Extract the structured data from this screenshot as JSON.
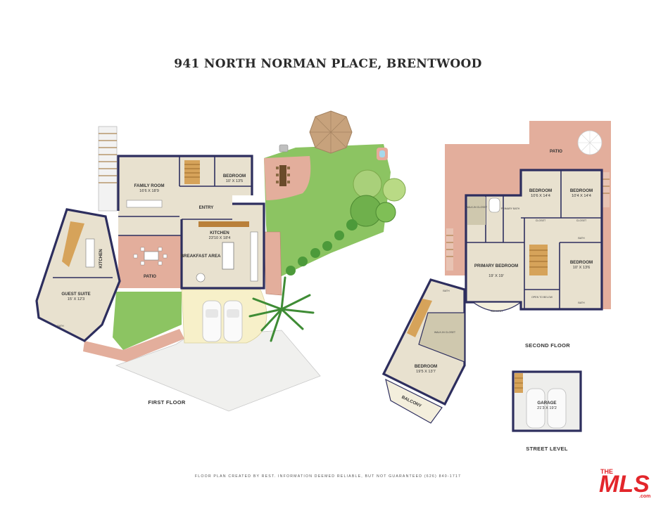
{
  "title": "941 NORTH NORMAN PLACE, BRENTWOOD",
  "levels": {
    "first": "FIRST FLOOR",
    "second": "SECOND FLOOR",
    "street": "STREET LEVEL"
  },
  "rooms": {
    "family_room": {
      "name": "FAMILY ROOM",
      "dim": "16'6 X 18'9"
    },
    "bedroom_first": {
      "name": "BEDROOM",
      "dim": "10' X 13'5"
    },
    "entry": {
      "name": "ENTRY"
    },
    "kitchen_main": {
      "name": "KITCHEN",
      "dim": "23'10 X 18'4"
    },
    "breakfast": {
      "name": "BREAKFAST AREA"
    },
    "patio_first": {
      "name": "PATIO"
    },
    "guest_kitchen": {
      "name": "KITCHEN"
    },
    "guest_suite": {
      "name": "GUEST SUITE",
      "dim": "15' X 12'3"
    },
    "patio_second": {
      "name": "PATIO"
    },
    "bedroom_a": {
      "name": "BEDROOM",
      "dim": "10'6 X 14'4"
    },
    "bedroom_b": {
      "name": "BEDROOM",
      "dim": "10'4 X 14'4"
    },
    "primary": {
      "name": "PRIMARY BEDROOM",
      "dim": "19' X 19'"
    },
    "bedroom_c": {
      "name": "BEDROOM",
      "dim": "10' X 13'6"
    },
    "bedroom_d": {
      "name": "BEDROOM",
      "dim": "19'5 X 13'7"
    },
    "balcony": {
      "name": "BALCONY"
    },
    "garage": {
      "name": "GARAGE",
      "dim": "21'3 X 19'2"
    }
  },
  "small_labels": {
    "walkin_closet_1": "WALK-IN CLOSET",
    "walkin_closet_2": "WALK-IN CLOSET",
    "primary_bath": "PRIMARY BATH",
    "closet_1": "CLOSET",
    "closet_2": "CLOSET",
    "bath_1": "BATH",
    "bath_2": "BATH",
    "balcony_small": "BALCONY",
    "open_to_below": "OPEN TO BELOW",
    "bath_3": "BATH",
    "bath_4": "BATH"
  },
  "footer": "FLOOR PLAN CREATED BY REST. INFORMATION DEEMED RELIABLE, BUT NOT GUARANTEED (626) 840-1717",
  "logo": {
    "the": "THE",
    "mls": "MLS",
    "com": ".com"
  },
  "colors": {
    "wall": "#2d2e5e",
    "floor": "#e8e1cf",
    "patio": "#e3ae9c",
    "grass": "#8cc462",
    "logo": "#e3262b"
  }
}
